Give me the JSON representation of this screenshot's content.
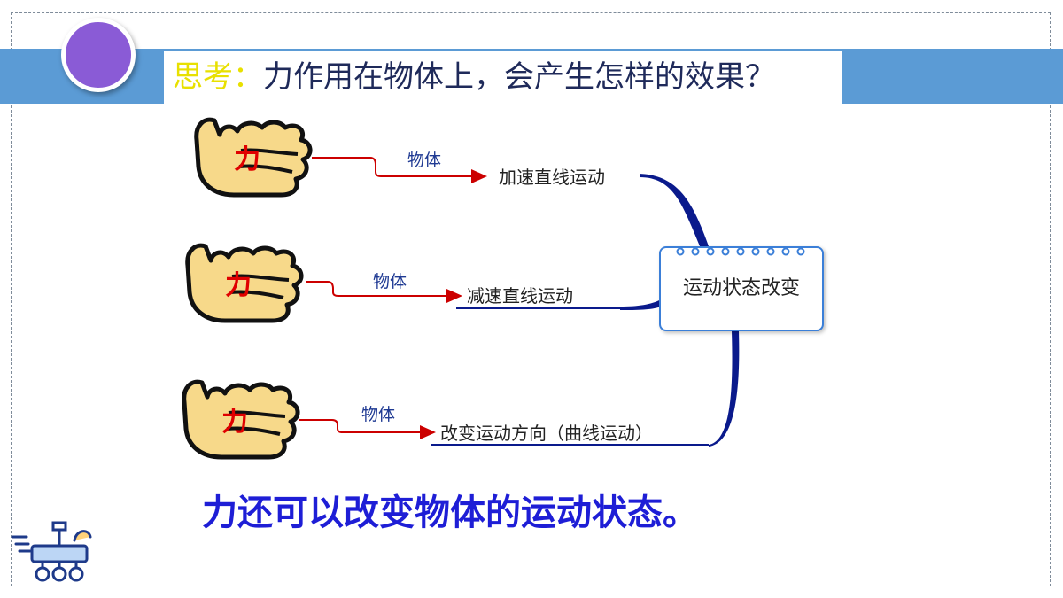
{
  "title": {
    "prefix": "思考：",
    "question": "力作用在物体上，会产生怎样的效果？"
  },
  "diagram": {
    "force_label": "力",
    "object_label": "物体",
    "branches": [
      {
        "result": "加速直线运动"
      },
      {
        "result": "减速直线运动"
      },
      {
        "result": "改变运动方向（曲线运动）"
      }
    ],
    "center": "运动状态改变"
  },
  "conclusion": "力还可以改变物体的运动状态。",
  "icons": {
    "decor": "purple-circle-icon",
    "fist": "fist-icon",
    "rover": "rover-icon"
  },
  "colors": {
    "title_band": "#5b9bd5",
    "title_prefix": "#e8e000",
    "force_text": "#e00000",
    "arrow": "#cc0000",
    "connector": "#0a1a8c",
    "conclusion": "#1e1ed6"
  }
}
